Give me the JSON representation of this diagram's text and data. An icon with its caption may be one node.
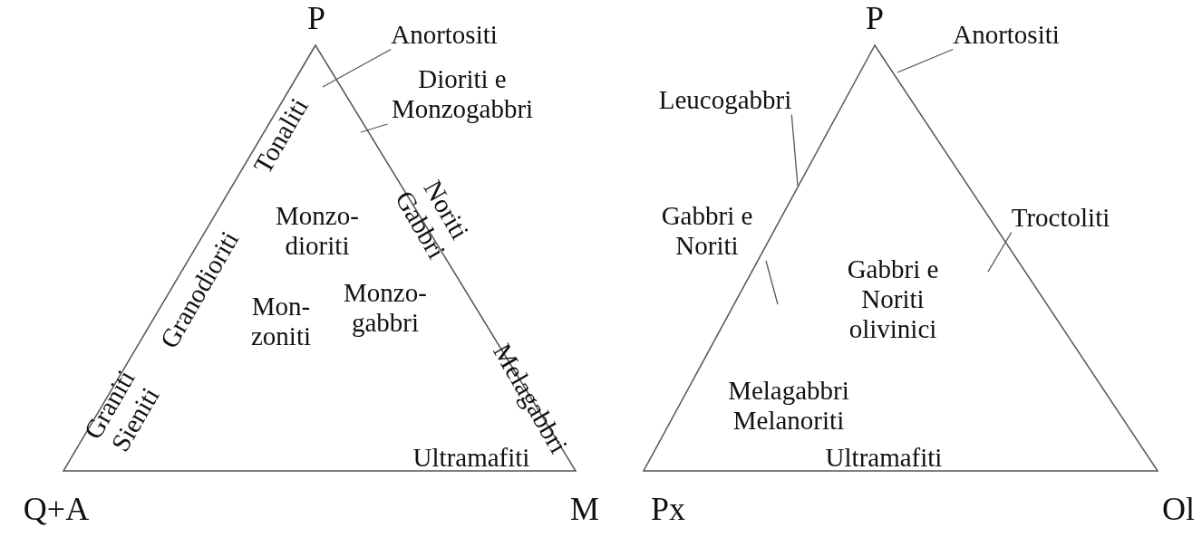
{
  "diagram": {
    "nodes": [
      {
        "text": [
          "Anortositi"
        ]
      },
      {
        "text": [
          "Dioriti e Monzogabbri"
        ]
      },
      {
        "text": [
          "Leucogabbri"
        ]
      },
      {
        "text": [
          "Anortositi"
        ]
      },
      {
        "text": [
          "Gabbri e Noriti"
        ]
      },
      {
        "text": [
          "Troctoliti"
        ]
      }
    ],
    "edges": [
      {
        "from": 0,
        "to": null,
        "arrow": "none"
      },
      {
        "from": 1,
        "to": null,
        "arrow": "none"
      },
      {
        "from": 3,
        "to": null,
        "arrow": "none"
      },
      {
        "from": 2,
        "to": null,
        "arrow": "none"
      },
      {
        "from": 4,
        "to": null,
        "arrow": "none"
      },
      {
        "from": 5,
        "to": null,
        "arrow": "none"
      }
    ],
    "labels": [
      "P",
      "Tonaliti",
      "Monzo- dioriti",
      "Noriti Gabbri",
      "Granodioriti",
      "Mon- zoniti",
      "Monzo- gabbri",
      "Graniti Sieniti",
      "Melagabbri",
      "Ultramafiti",
      "Q+A",
      "M",
      "P",
      "Gabbri e Noriti olivinici",
      "Melagabbri Melanoriti",
      "Ultramafiti",
      "Px",
      "Ol"
    ]
  }
}
